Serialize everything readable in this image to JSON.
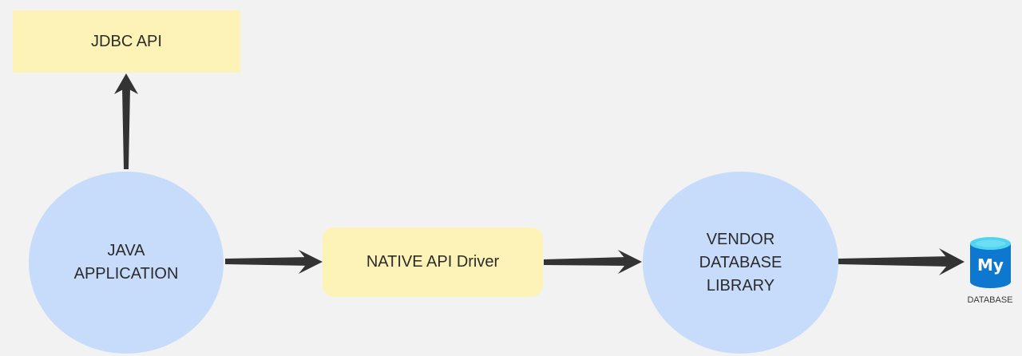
{
  "nodes": {
    "jdbc_api": "JDBC API",
    "java_application": [
      "JAVA",
      "APPLICATION"
    ],
    "native_api_driver": "NATIVE API Driver",
    "vendor_library": [
      "VENDOR",
      "DATABASE",
      "LIBRARY"
    ],
    "database": {
      "icon_label": "My",
      "caption": "DATABASE"
    }
  },
  "icons": {
    "database": "mysql-database-icon"
  },
  "colors": {
    "background": "#f2f2f2",
    "box_fill": "#fdf3b6",
    "circle_fill": "#c7dbfb",
    "arrow": "#333333",
    "db_blue": "#0e78d0",
    "db_top": "#50d4f0"
  }
}
